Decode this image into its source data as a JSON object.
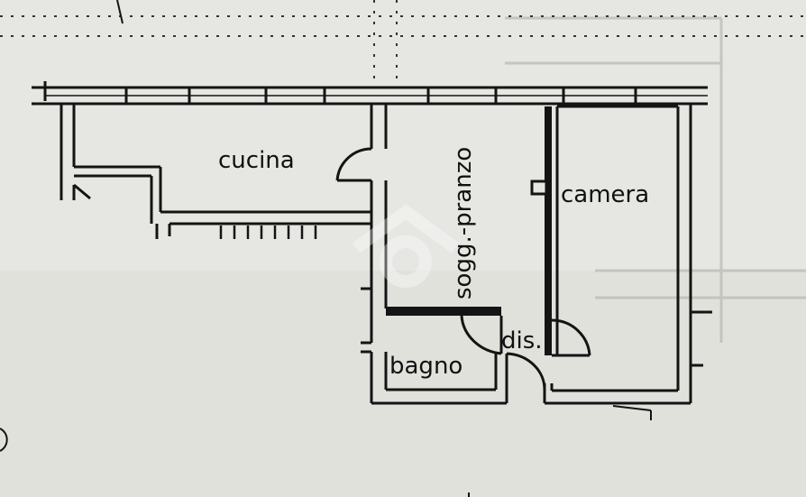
{
  "rooms": {
    "cucina": "cucina",
    "soggiorno_pranzo": "sogg.-pranzo",
    "camera": "camera",
    "disimpegno": "dis.",
    "bagno": "bagno"
  },
  "colors": {
    "paper": "#e6e6e2",
    "ink": "#141414",
    "faint_ink": "#b9b9b4"
  }
}
